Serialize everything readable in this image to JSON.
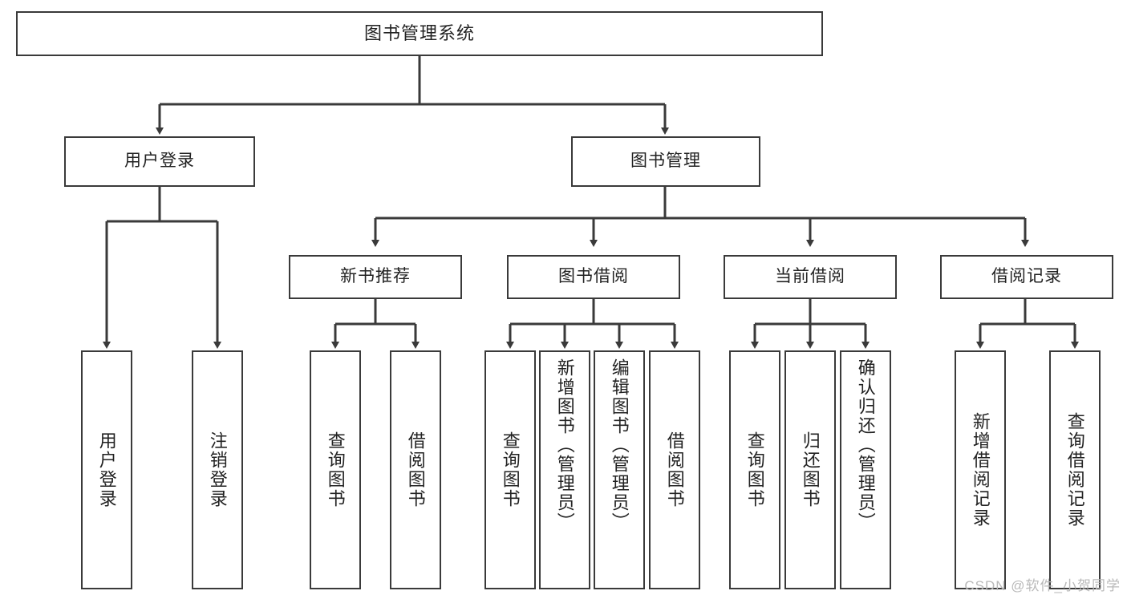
{
  "diagram": {
    "title": "图书管理系统",
    "watermark": "CSDN @软件_小贺同学",
    "root": {
      "id": "root",
      "label": "图书管理系统"
    },
    "level1": [
      {
        "id": "user-login",
        "label": "用户登录"
      },
      {
        "id": "book-manage",
        "label": "图书管理"
      }
    ],
    "level2": [
      {
        "id": "new-book-rec",
        "label": "新书推荐",
        "parent": "book-manage"
      },
      {
        "id": "book-borrow",
        "label": "图书借阅",
        "parent": "book-manage"
      },
      {
        "id": "current-borrow",
        "label": "当前借阅",
        "parent": "book-manage"
      },
      {
        "id": "borrow-record",
        "label": "借阅记录",
        "parent": "book-manage"
      }
    ],
    "leaves": [
      {
        "id": "leaf-user-login",
        "label": "用户登录",
        "parent": "user-login"
      },
      {
        "id": "leaf-logout",
        "label": "注销登录",
        "parent": "user-login"
      },
      {
        "id": "leaf-query-book-1",
        "label": "查询图书",
        "parent": "new-book-rec"
      },
      {
        "id": "leaf-borrow-book-1",
        "label": "借阅图书",
        "parent": "new-book-rec"
      },
      {
        "id": "leaf-query-book-2",
        "label": "查询图书",
        "parent": "book-borrow"
      },
      {
        "id": "leaf-add-book",
        "label": "新增图书（管理员）",
        "parent": "book-borrow"
      },
      {
        "id": "leaf-edit-book",
        "label": "编辑图书（管理员）",
        "parent": "book-borrow"
      },
      {
        "id": "leaf-borrow-book-2",
        "label": "借阅图书",
        "parent": "book-borrow"
      },
      {
        "id": "leaf-query-book-3",
        "label": "查询图书",
        "parent": "current-borrow"
      },
      {
        "id": "leaf-return-book",
        "label": "归还图书",
        "parent": "current-borrow"
      },
      {
        "id": "leaf-confirm-return",
        "label": "确认归还（管理员）",
        "parent": "current-borrow"
      },
      {
        "id": "leaf-add-record",
        "label": "新增借阅记录",
        "parent": "borrow-record"
      },
      {
        "id": "leaf-query-record",
        "label": "查询借阅记录",
        "parent": "borrow-record"
      }
    ],
    "colors": {
      "stroke": "#3a3a3a",
      "fill": "#ffffff",
      "text": "#222222",
      "watermark": "#b9b9b9"
    }
  }
}
